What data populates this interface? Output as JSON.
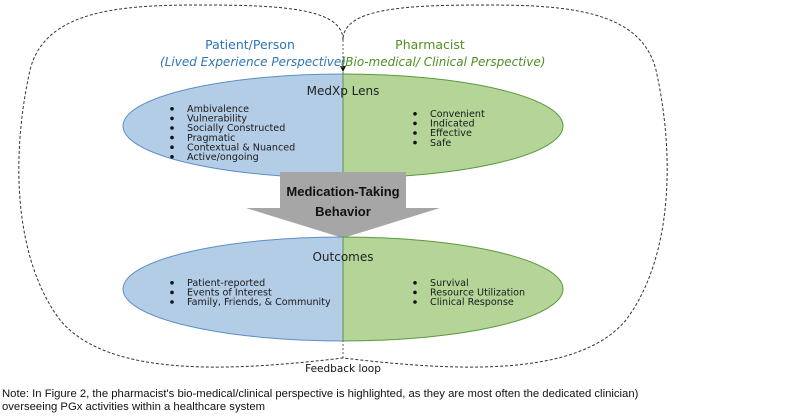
{
  "header": {
    "patient_title": "Patient/Person",
    "patient_subtitle": "(Lived Experience Perspective)",
    "pharmacist_title": "Pharmacist",
    "pharmacist_subtitle": "(Bio-medical/ Clinical Perspective)"
  },
  "lens": {
    "title": "MedXp Lens",
    "patient_items": [
      "Ambivalence",
      "Vulnerability",
      "Socially Constructed",
      "Pragmatic",
      "Contextual & Nuanced",
      "Active/ongoing"
    ],
    "pharmacist_items": [
      "Convenient",
      "Indicated",
      "Effective",
      "Safe"
    ]
  },
  "arrow": {
    "line1": "Medication-Taking",
    "line2": "Behavior"
  },
  "outcomes": {
    "title": "Outcomes",
    "patient_items": [
      "Patient-reported",
      "Events of Interest",
      "Family, Friends, & Community"
    ],
    "pharmacist_items": [
      "Survival",
      "Resource Utilization",
      "Clinical Response"
    ]
  },
  "feedback_loop": "Feedback loop",
  "note": {
    "line1": "Note: In Figure 2, the pharmacist's bio-medical/clinical perspective is highlighted, as they are most often the dedicated clinician)",
    "line2": "overseeing PGx activities within a healthcare system"
  },
  "colors": {
    "patient_fill": "#b4cde6",
    "pharmacist_fill": "#b4d498",
    "patient_text": "#2e75b6",
    "pharmacist_text": "#4e8f22",
    "arrow_fill": "#a6a6a6"
  }
}
